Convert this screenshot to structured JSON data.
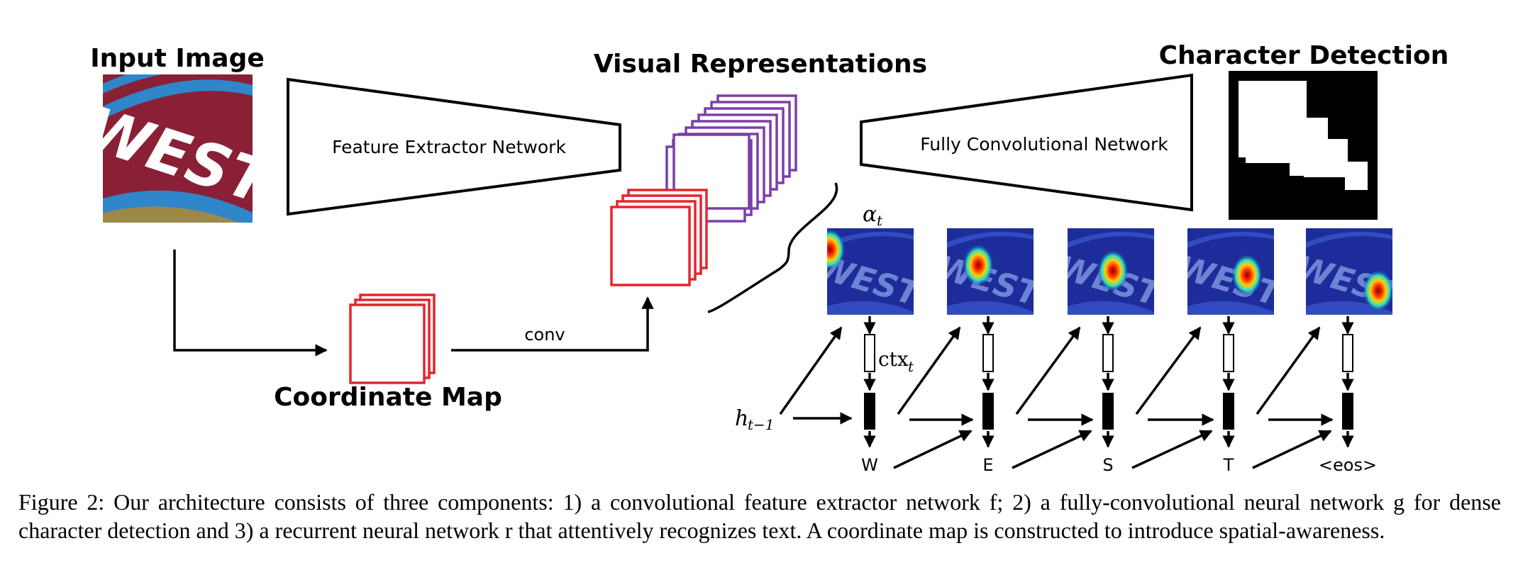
{
  "titles": {
    "input_image": "Input Image",
    "visual_representations": "Visual Representations",
    "character_detection": "Character Detection",
    "coordinate_map": "Coordinate Map"
  },
  "boxes": {
    "feature_extractor": "Feature Extractor Network",
    "fully_convolutional": "Fully Convolutional Network"
  },
  "edge_labels": {
    "conv": "conv"
  },
  "math": {
    "alpha": "α",
    "alpha_sub": "t",
    "ctx": "ctx",
    "ctx_sub": "t",
    "h": "h",
    "h_sub": "t−1"
  },
  "input_image_text": "WEST",
  "outputs": [
    "W",
    "E",
    "S",
    "T",
    "<eos>"
  ],
  "caption": "Figure 2: Our architecture consists of three components: 1) a convolutional feature extractor network f; 2) a fully-convolutional neural network g for dense character detection and 3) a recurrent neural network r that attentively recognizes text. A coordinate map is constructed to introduce spatial-awareness.",
  "colors": {
    "red": "#e0262d",
    "purple": "#7a3fa8",
    "heatmap_bg": "#1d2c9a",
    "image_red": "#8a2036",
    "image_blue": "#2f86c9"
  }
}
